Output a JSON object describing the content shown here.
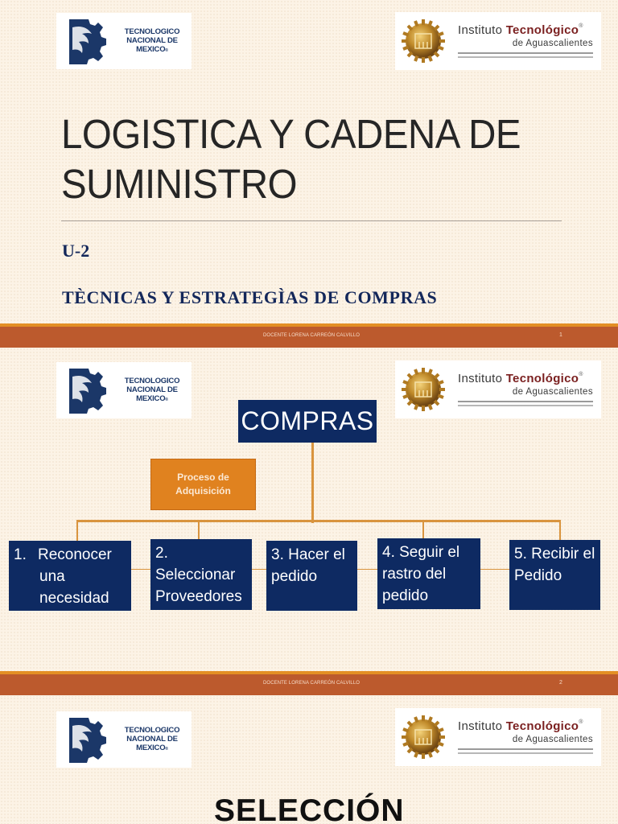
{
  "slides": [
    {
      "number": "1",
      "logos": {
        "tnm": {
          "line1": "TECNOLOGICO",
          "line2": "NACIONAL DE MEXICO",
          "reg": "®"
        },
        "ita": {
          "word1": "Instituto",
          "word2": "Tecnológico",
          "reg": "®",
          "line2": "de Aguascalientes"
        }
      },
      "title": "LOGISTICA Y CADENA DE SUMINISTRO",
      "unit": "U-2",
      "subtitle": "TÈCNICAS Y ESTRATEGÌAS DE COMPRAS",
      "footer": {
        "docente": "DOCENTE LORENA CARREÓN CALVILLO",
        "page": "1"
      }
    },
    {
      "number": "2",
      "logos": {
        "tnm": {
          "line1": "TECNOLOGICO",
          "line2": "NACIONAL DE MEXICO",
          "reg": "®"
        },
        "ita": {
          "word1": "Instituto",
          "word2": "Tecnológico",
          "reg": "®",
          "line2": "de Aguascalientes"
        }
      },
      "diagram": {
        "root": "COMPRAS",
        "process_label": "Proceso de Adquisición",
        "steps": [
          {
            "num": "1.",
            "lines": [
              "Reconocer",
              "una",
              "necesidad"
            ]
          },
          {
            "num": "2.",
            "lines": [
              "Seleccionar",
              "Proveedores"
            ]
          },
          {
            "num": "3.",
            "text": "3. Hacer el pedido"
          },
          {
            "num": "4.",
            "text": "4. Seguir el rastro del pedido"
          },
          {
            "num": "5.",
            "text": "5. Recibir el Pedido"
          }
        ],
        "colors": {
          "box": "#0e2a62",
          "connector": "#d9943e",
          "process": "#e0821f"
        }
      },
      "footer": {
        "docente": "DOCENTE LORENA CARREÓN CALVILLO",
        "page": "2"
      }
    },
    {
      "number": "3",
      "logos": {
        "tnm": {
          "line1": "TECNOLOGICO",
          "line2": "NACIONAL DE MEXICO",
          "reg": "®"
        },
        "ita": {
          "word1": "Instituto",
          "word2": "Tecnológico",
          "reg": "®",
          "line2": "de Aguascalientes"
        }
      },
      "heading": "SELECCIÓN"
    }
  ],
  "colors": {
    "footer_bar": "#bc5a2d",
    "footer_accent": "#e38f24",
    "navy": "#13275a",
    "background": "#fcf3e6"
  }
}
